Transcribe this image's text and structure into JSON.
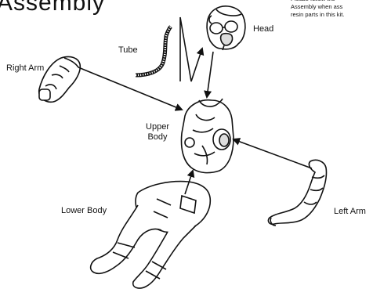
{
  "title": "Assembly",
  "note": "Please follow the\nAssembly when ass\nresin parts in this kit.",
  "labels": {
    "head": "Head",
    "tube": "Tube",
    "right_arm": "Right Arm",
    "upper_body_line1": "Upper",
    "upper_body_line2": "Body",
    "lower_body": "Lower Body",
    "left_arm": "Left Arm"
  }
}
